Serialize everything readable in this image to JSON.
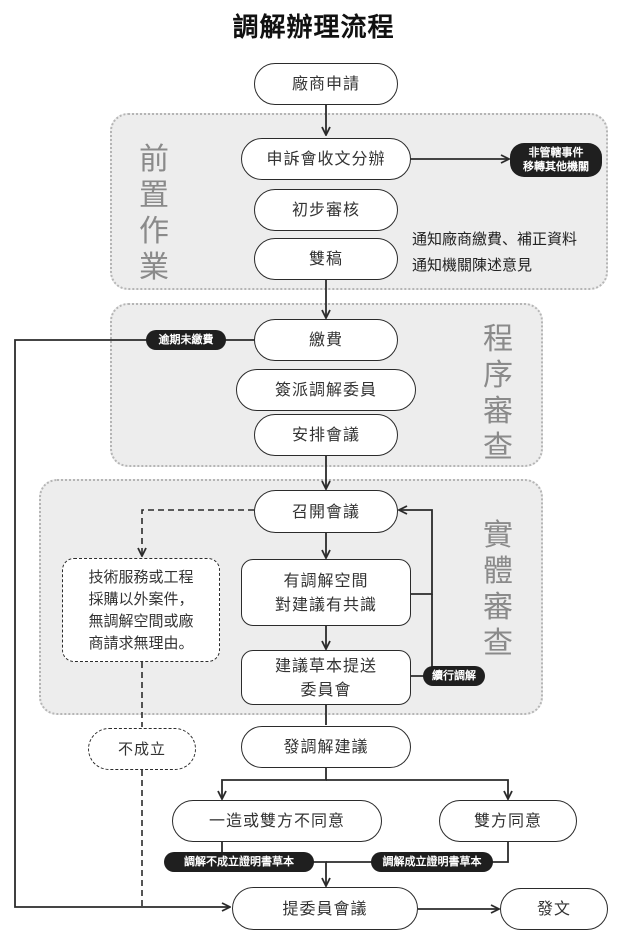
{
  "title": "調解辦理流程",
  "stages": {
    "pre": "前置作業",
    "review": "程序審查",
    "substantive": "實體審查"
  },
  "nodes": {
    "vendor_apply": "廠商申請",
    "receive": "申訴會收文分辦",
    "initial_review": "初步審核",
    "double_copy": "雙稿",
    "payment": "繳費",
    "assign_committee": "簽派調解委員",
    "schedule_meeting": "安排會議",
    "hold_meeting": "召開會議",
    "consensus": "有調解空間\n對建議有共識",
    "draft_submit": "建議草本提送\n委員會",
    "non_procurement": "技術服務或工程\n採購以外案件，\n無調解空間或廠\n商請求無理由。",
    "not_established": "不成立",
    "issue_proposal": "發調解建議",
    "disagree": "一造或雙方不同意",
    "agree": "雙方同意",
    "committee_meeting": "提委員會議",
    "dispatch": "發文"
  },
  "labels": {
    "non_jurisdiction": "非管轄事件\n移轉其他機關",
    "overdue": "逾期未繳費",
    "continue": "續行調解",
    "fail_draft": "調解不成立證明書草本",
    "success_draft": "調解成立證明書草本"
  },
  "notes": [
    "通知廠商繳費、補正資料",
    "通知機關陳述意見"
  ]
}
